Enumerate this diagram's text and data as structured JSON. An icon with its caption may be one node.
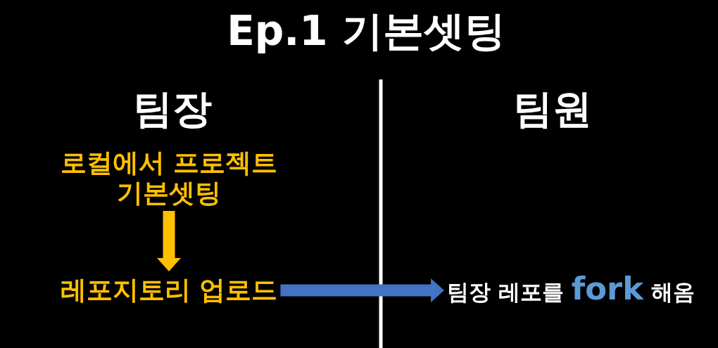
{
  "diagram": {
    "title": "Ep.1 기본셋팅",
    "nodes": [
      {
        "text": [
          "로컬에서 프로젝트 기본셋팅"
        ]
      },
      {
        "text": [
          "레포지토리 업로드"
        ]
      },
      {
        "text": [
          "팀장 레포를 **fork** 해옴"
        ]
      }
    ],
    "edges": [
      {
        "from": 0,
        "to": 1,
        "arrow": "to",
        "color": "#ffc000"
      },
      {
        "from": 1,
        "to": 2,
        "arrow": "to",
        "color": "#4472c4"
      }
    ],
    "labels": [
      "팀장",
      "팀원"
    ]
  }
}
